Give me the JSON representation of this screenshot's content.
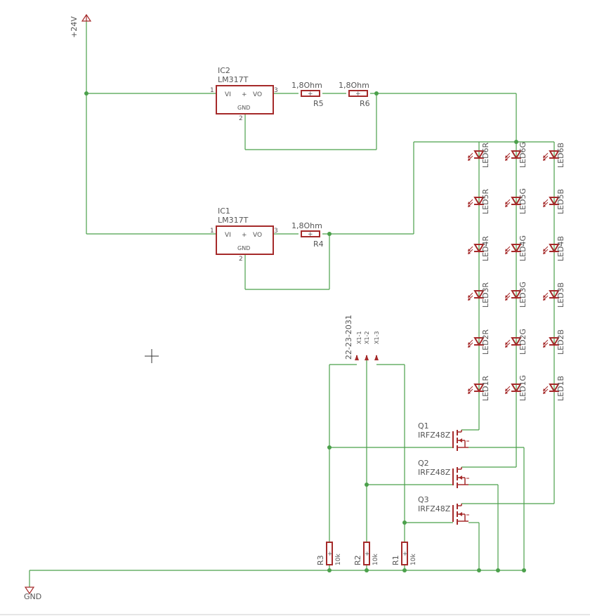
{
  "colors": {
    "wire": "#4ba04b",
    "part": "#a52a2a",
    "text": "#555555",
    "background": "#ffffff"
  },
  "power": {
    "supply_label": "+24V",
    "ground_label": "GND"
  },
  "regulators": [
    {
      "name": "IC2",
      "value": "LM317T",
      "pin_vi": "VI",
      "pin_vo": "VO",
      "pin_gnd": "GND",
      "pin1": "1",
      "pin2": "2",
      "pin3": "3"
    },
    {
      "name": "IC1",
      "value": "LM317T",
      "pin_vi": "VI",
      "pin_vo": "VO",
      "pin_gnd": "GND",
      "pin1": "1",
      "pin2": "2",
      "pin3": "3"
    }
  ],
  "resistors": {
    "R5": {
      "name": "R5",
      "value": "1,8Ohm"
    },
    "R6": {
      "name": "R6",
      "value": "1,8Ohm"
    },
    "R4": {
      "name": "R4",
      "value": "1,8Ohm"
    },
    "R3": {
      "name": "R3",
      "value": "10k"
    },
    "R2": {
      "name": "R2",
      "value": "10k"
    },
    "R1": {
      "name": "R1",
      "value": "10k"
    }
  },
  "connector": {
    "part": "22-23-2031",
    "pins": [
      "X1-1",
      "X1-2",
      "X1-3"
    ]
  },
  "leds": {
    "red": [
      "LED6R",
      "LED5R",
      "LED4R",
      "LED3R",
      "LED2R",
      "LED1R"
    ],
    "green": [
      "LED6G",
      "LED5G",
      "LED4G",
      "LED3G",
      "LED2G",
      "LED1G"
    ],
    "blue": [
      "LED6B",
      "LED5B",
      "LED4B",
      "LED3B",
      "LED2B",
      "LED1B"
    ]
  },
  "mosfets": [
    {
      "name": "Q1",
      "value": "IRFZ48Z"
    },
    {
      "name": "Q2",
      "value": "IRFZ48Z"
    },
    {
      "name": "Q3",
      "value": "IRFZ48Z"
    }
  ]
}
